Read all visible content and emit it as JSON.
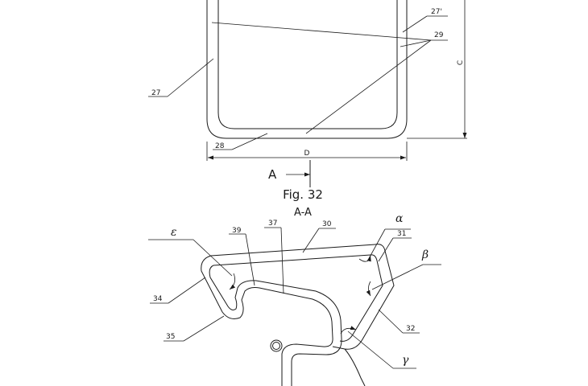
{
  "labels": {
    "l27": "27",
    "l27p": "27'",
    "l29": "29",
    "l28": "28",
    "dimC": "C",
    "dimD": "D",
    "arrowA": "A",
    "l30": "30",
    "l31": "31",
    "l32": "32",
    "l34": "34",
    "l35": "35",
    "l37": "37",
    "l39": "39"
  },
  "captions": {
    "figure": "Fig. 32",
    "section": "A-A"
  },
  "angles": {
    "alpha": "α",
    "beta": "β",
    "gamma": "γ",
    "epsilon": "ε"
  }
}
